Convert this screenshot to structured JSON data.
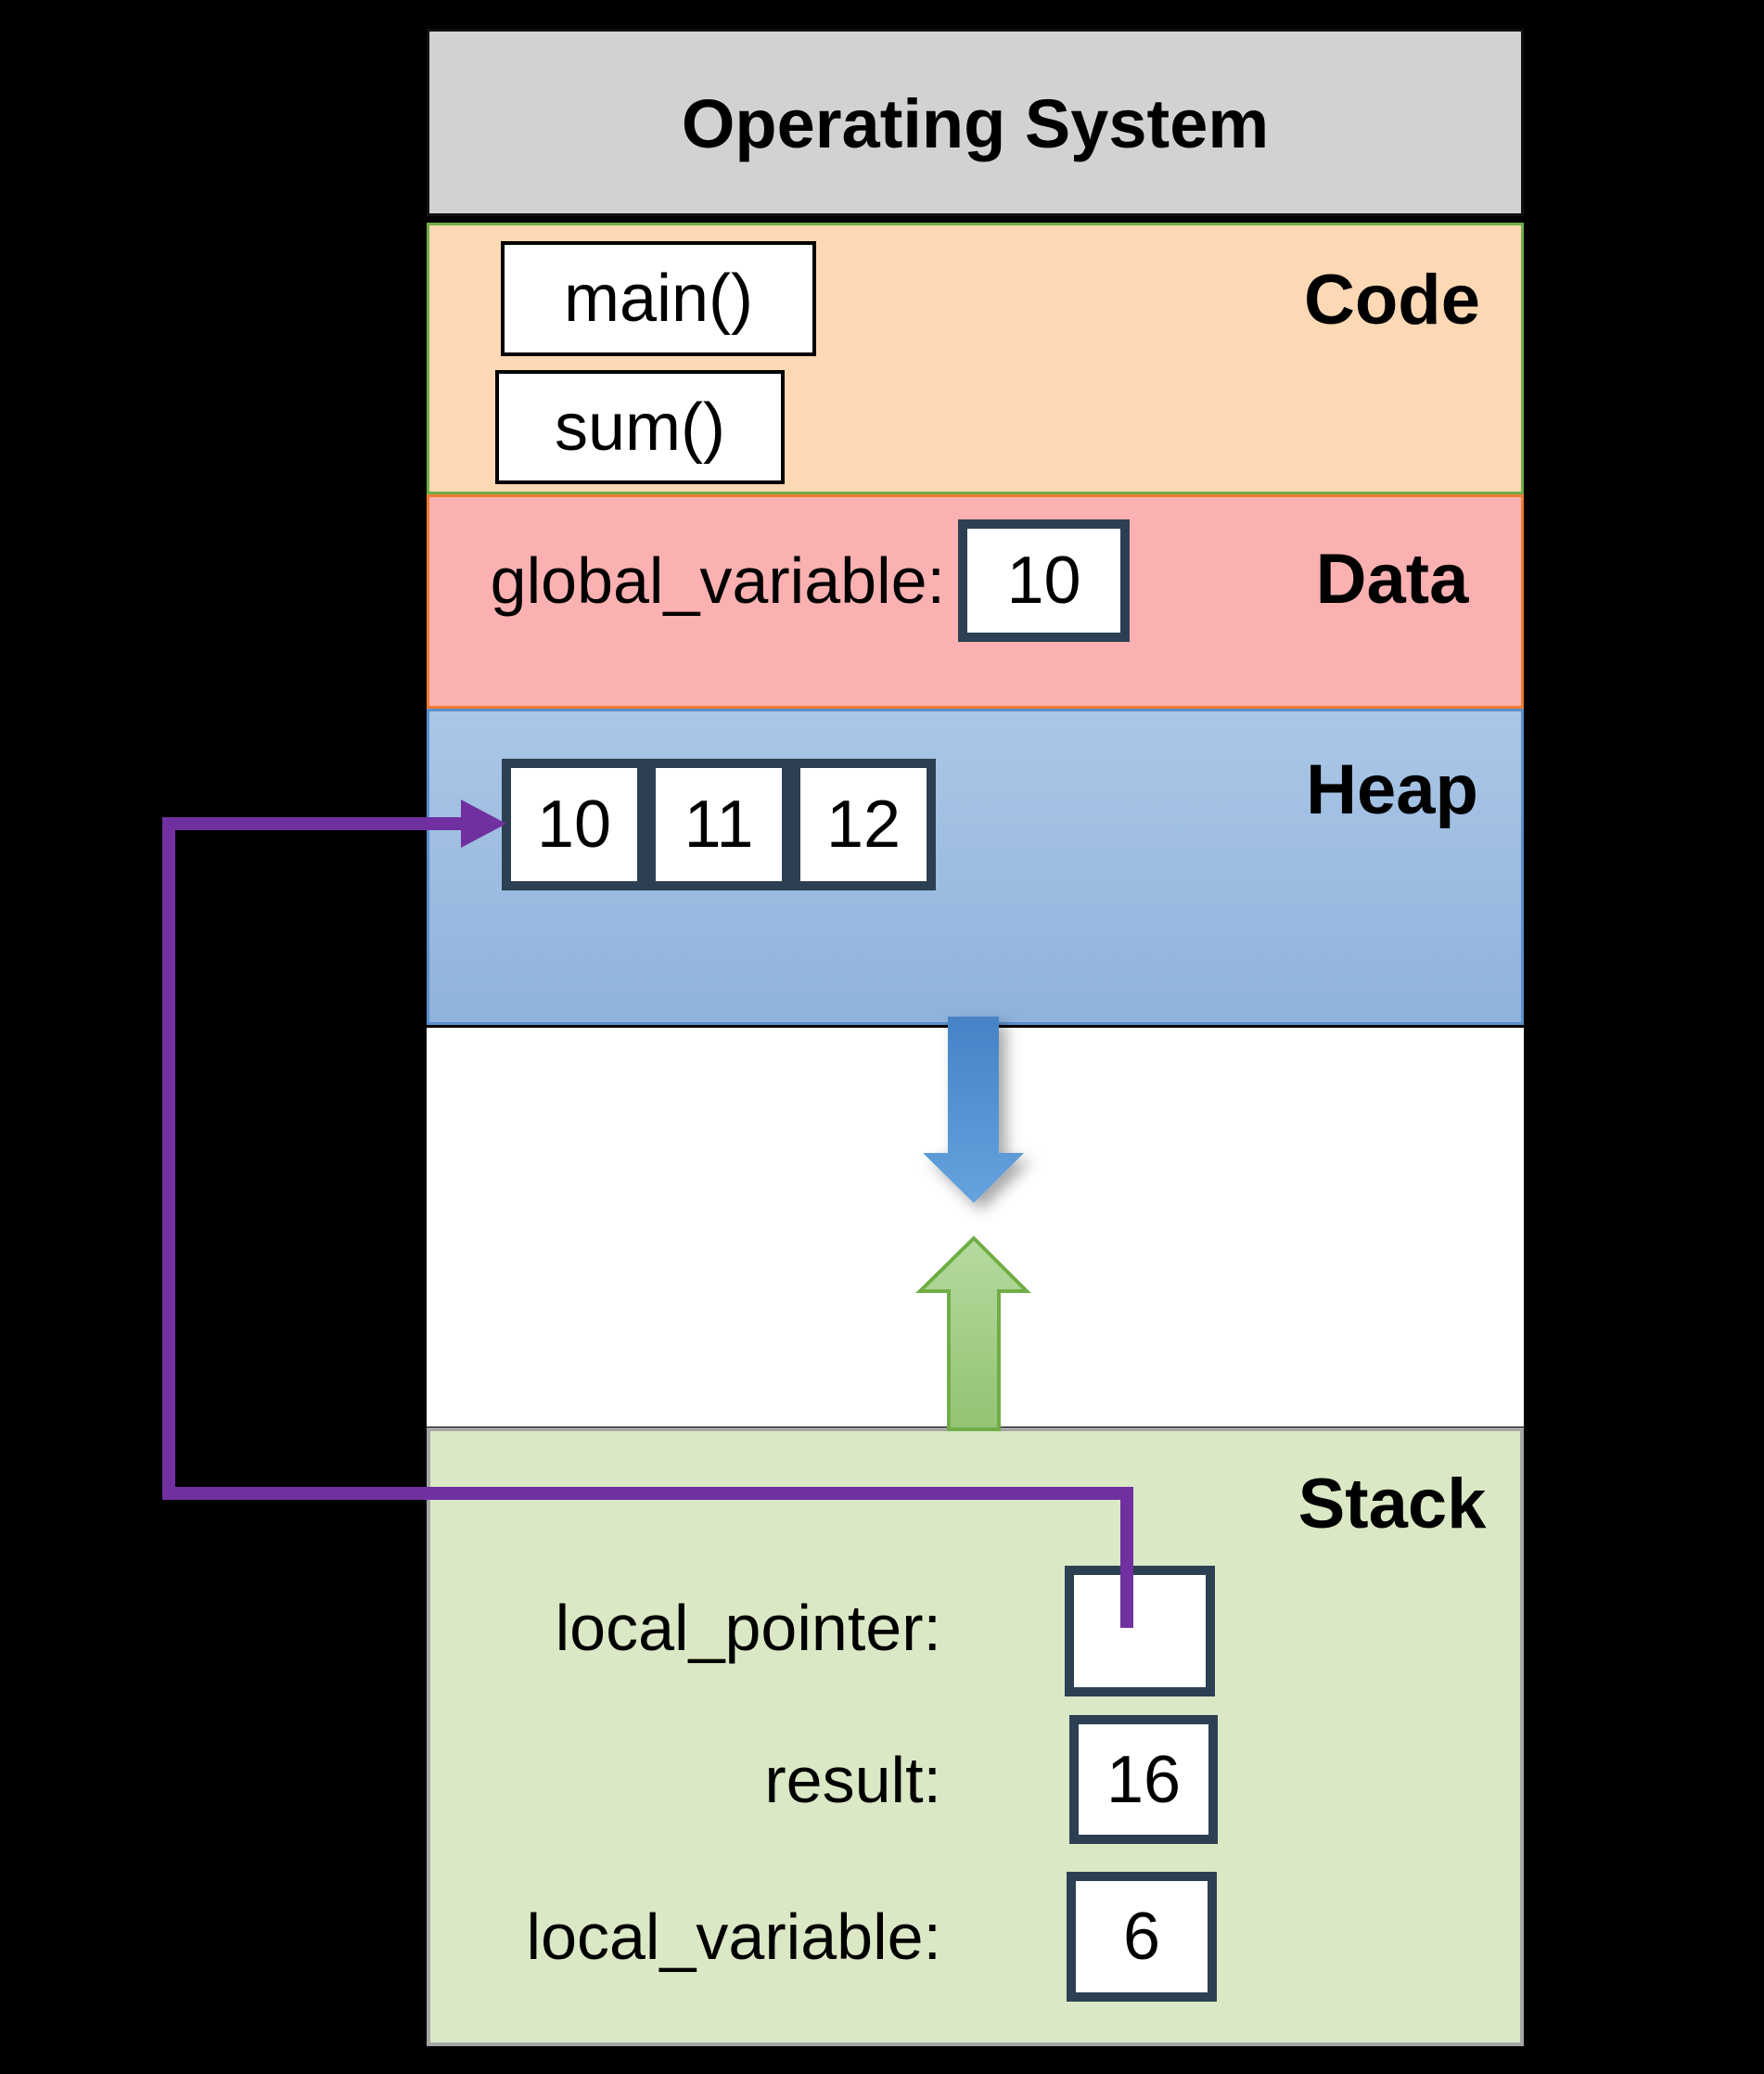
{
  "os": {
    "title": "Operating System"
  },
  "code": {
    "label": "Code",
    "functions": [
      "main()",
      "sum()"
    ]
  },
  "data_segment": {
    "label": "Data",
    "variable_name": "global_variable:",
    "value": "10"
  },
  "heap": {
    "label": "Heap",
    "cells": [
      "10",
      "11",
      "12"
    ]
  },
  "stack": {
    "label": "Stack",
    "rows": [
      {
        "name": "local_pointer:",
        "value": ""
      },
      {
        "name": "result:",
        "value": "16"
      },
      {
        "name": "local_variable:",
        "value": "6"
      }
    ]
  },
  "colors": {
    "os_fill": "#D2D2D2",
    "code_fill": "#FCD8B4",
    "code_border": "#70AD47",
    "data_fill": "#FBB1B1",
    "data_border": "#ED7D31",
    "heap_fill_top": "#ABC7E6",
    "heap_fill_bottom": "#8FB2DC",
    "stack_fill": "#DAE8C5",
    "value_box_border": "#2D4053",
    "pointer_arrow": "#7030A0",
    "heap_growth_arrow": "#4785C8",
    "stack_growth_arrow": "#A9D18E"
  }
}
